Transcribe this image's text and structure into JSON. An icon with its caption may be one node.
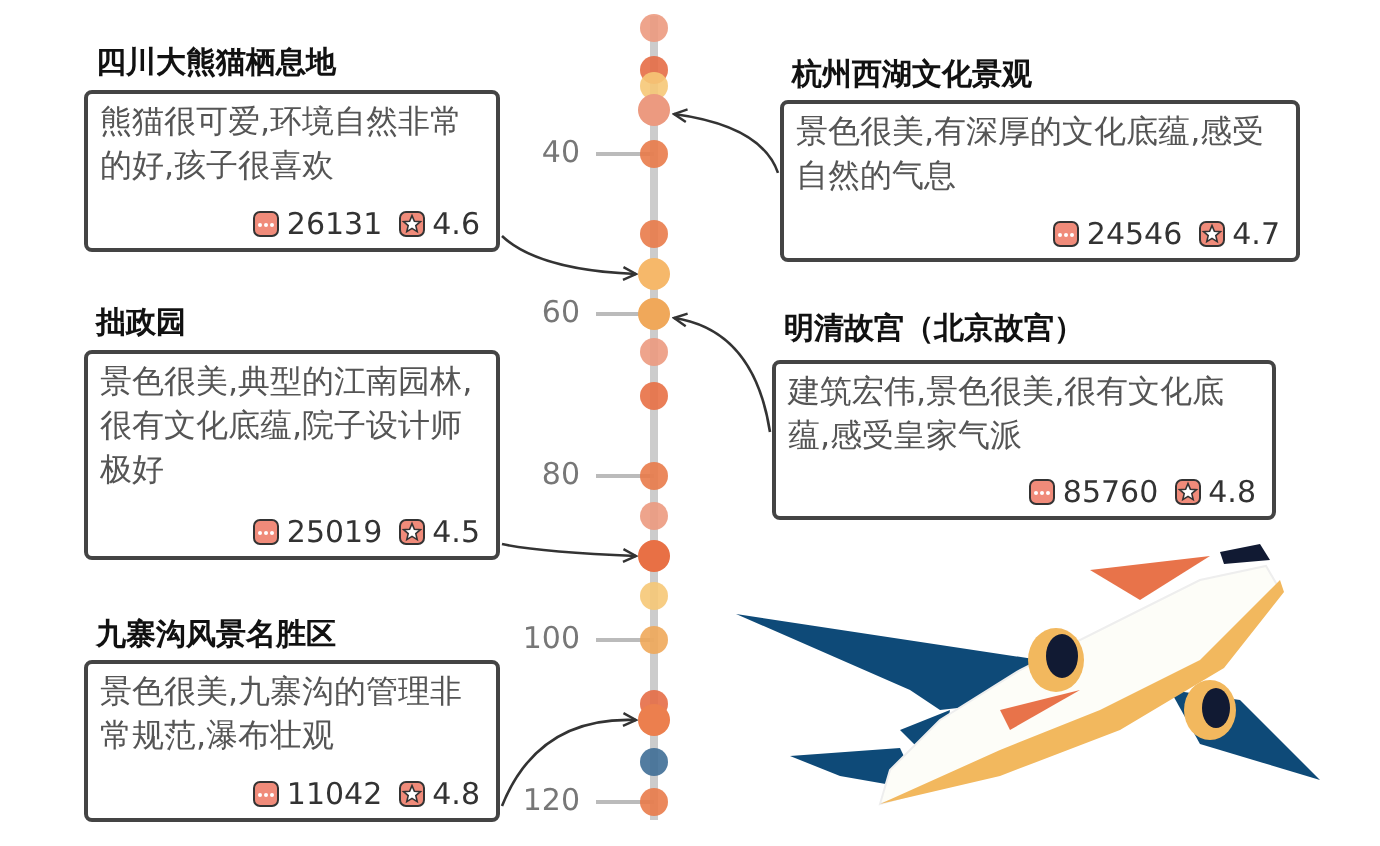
{
  "diagram": {
    "nodes": [
      {
        "text": [
          "四川大熊猫栖息地",
          "熊猫很可爱,环境自然非常的好,孩子很喜欢",
          "26131",
          "4.6"
        ]
      },
      {
        "text": [
          "杭州西湖文化景观",
          "景色很美,有深厚的文化底蕴,感受自然的气息",
          "24546",
          "4.7"
        ]
      },
      {
        "text": [
          "拙政园",
          "景色很美,典型的江南园林,很有文化底蕴,院子设计师极好",
          "25019",
          "4.5"
        ]
      },
      {
        "text": [
          "明清故宫（北京故宫）",
          "建筑宏伟,景色很美,很有文化底蕴,感受皇家气派",
          "85760",
          "4.8"
        ]
      },
      {
        "text": [
          "九寨沟风景名胜区",
          "景色很美,九寨沟的管理非常规范,瀑布壮观",
          "11042",
          "4.8"
        ]
      },
      {
        "text": [],
        "shape": "circle"
      },
      {
        "text": [],
        "shape": "circle"
      },
      {
        "text": [],
        "shape": "circle"
      },
      {
        "text": [],
        "shape": "circle"
      },
      {
        "text": [],
        "shape": "circle"
      }
    ],
    "edges": [
      {
        "from": 0,
        "to": 6,
        "arrow": "to"
      },
      {
        "from": 1,
        "to": 5,
        "arrow": "to"
      },
      {
        "from": 2,
        "to": 8,
        "arrow": "to"
      },
      {
        "from": 3,
        "to": 7,
        "arrow": "to"
      },
      {
        "from": 4,
        "to": 9,
        "arrow": "to"
      }
    ],
    "labels": [
      "40",
      "60",
      "80",
      "100",
      "120"
    ]
  }
}
